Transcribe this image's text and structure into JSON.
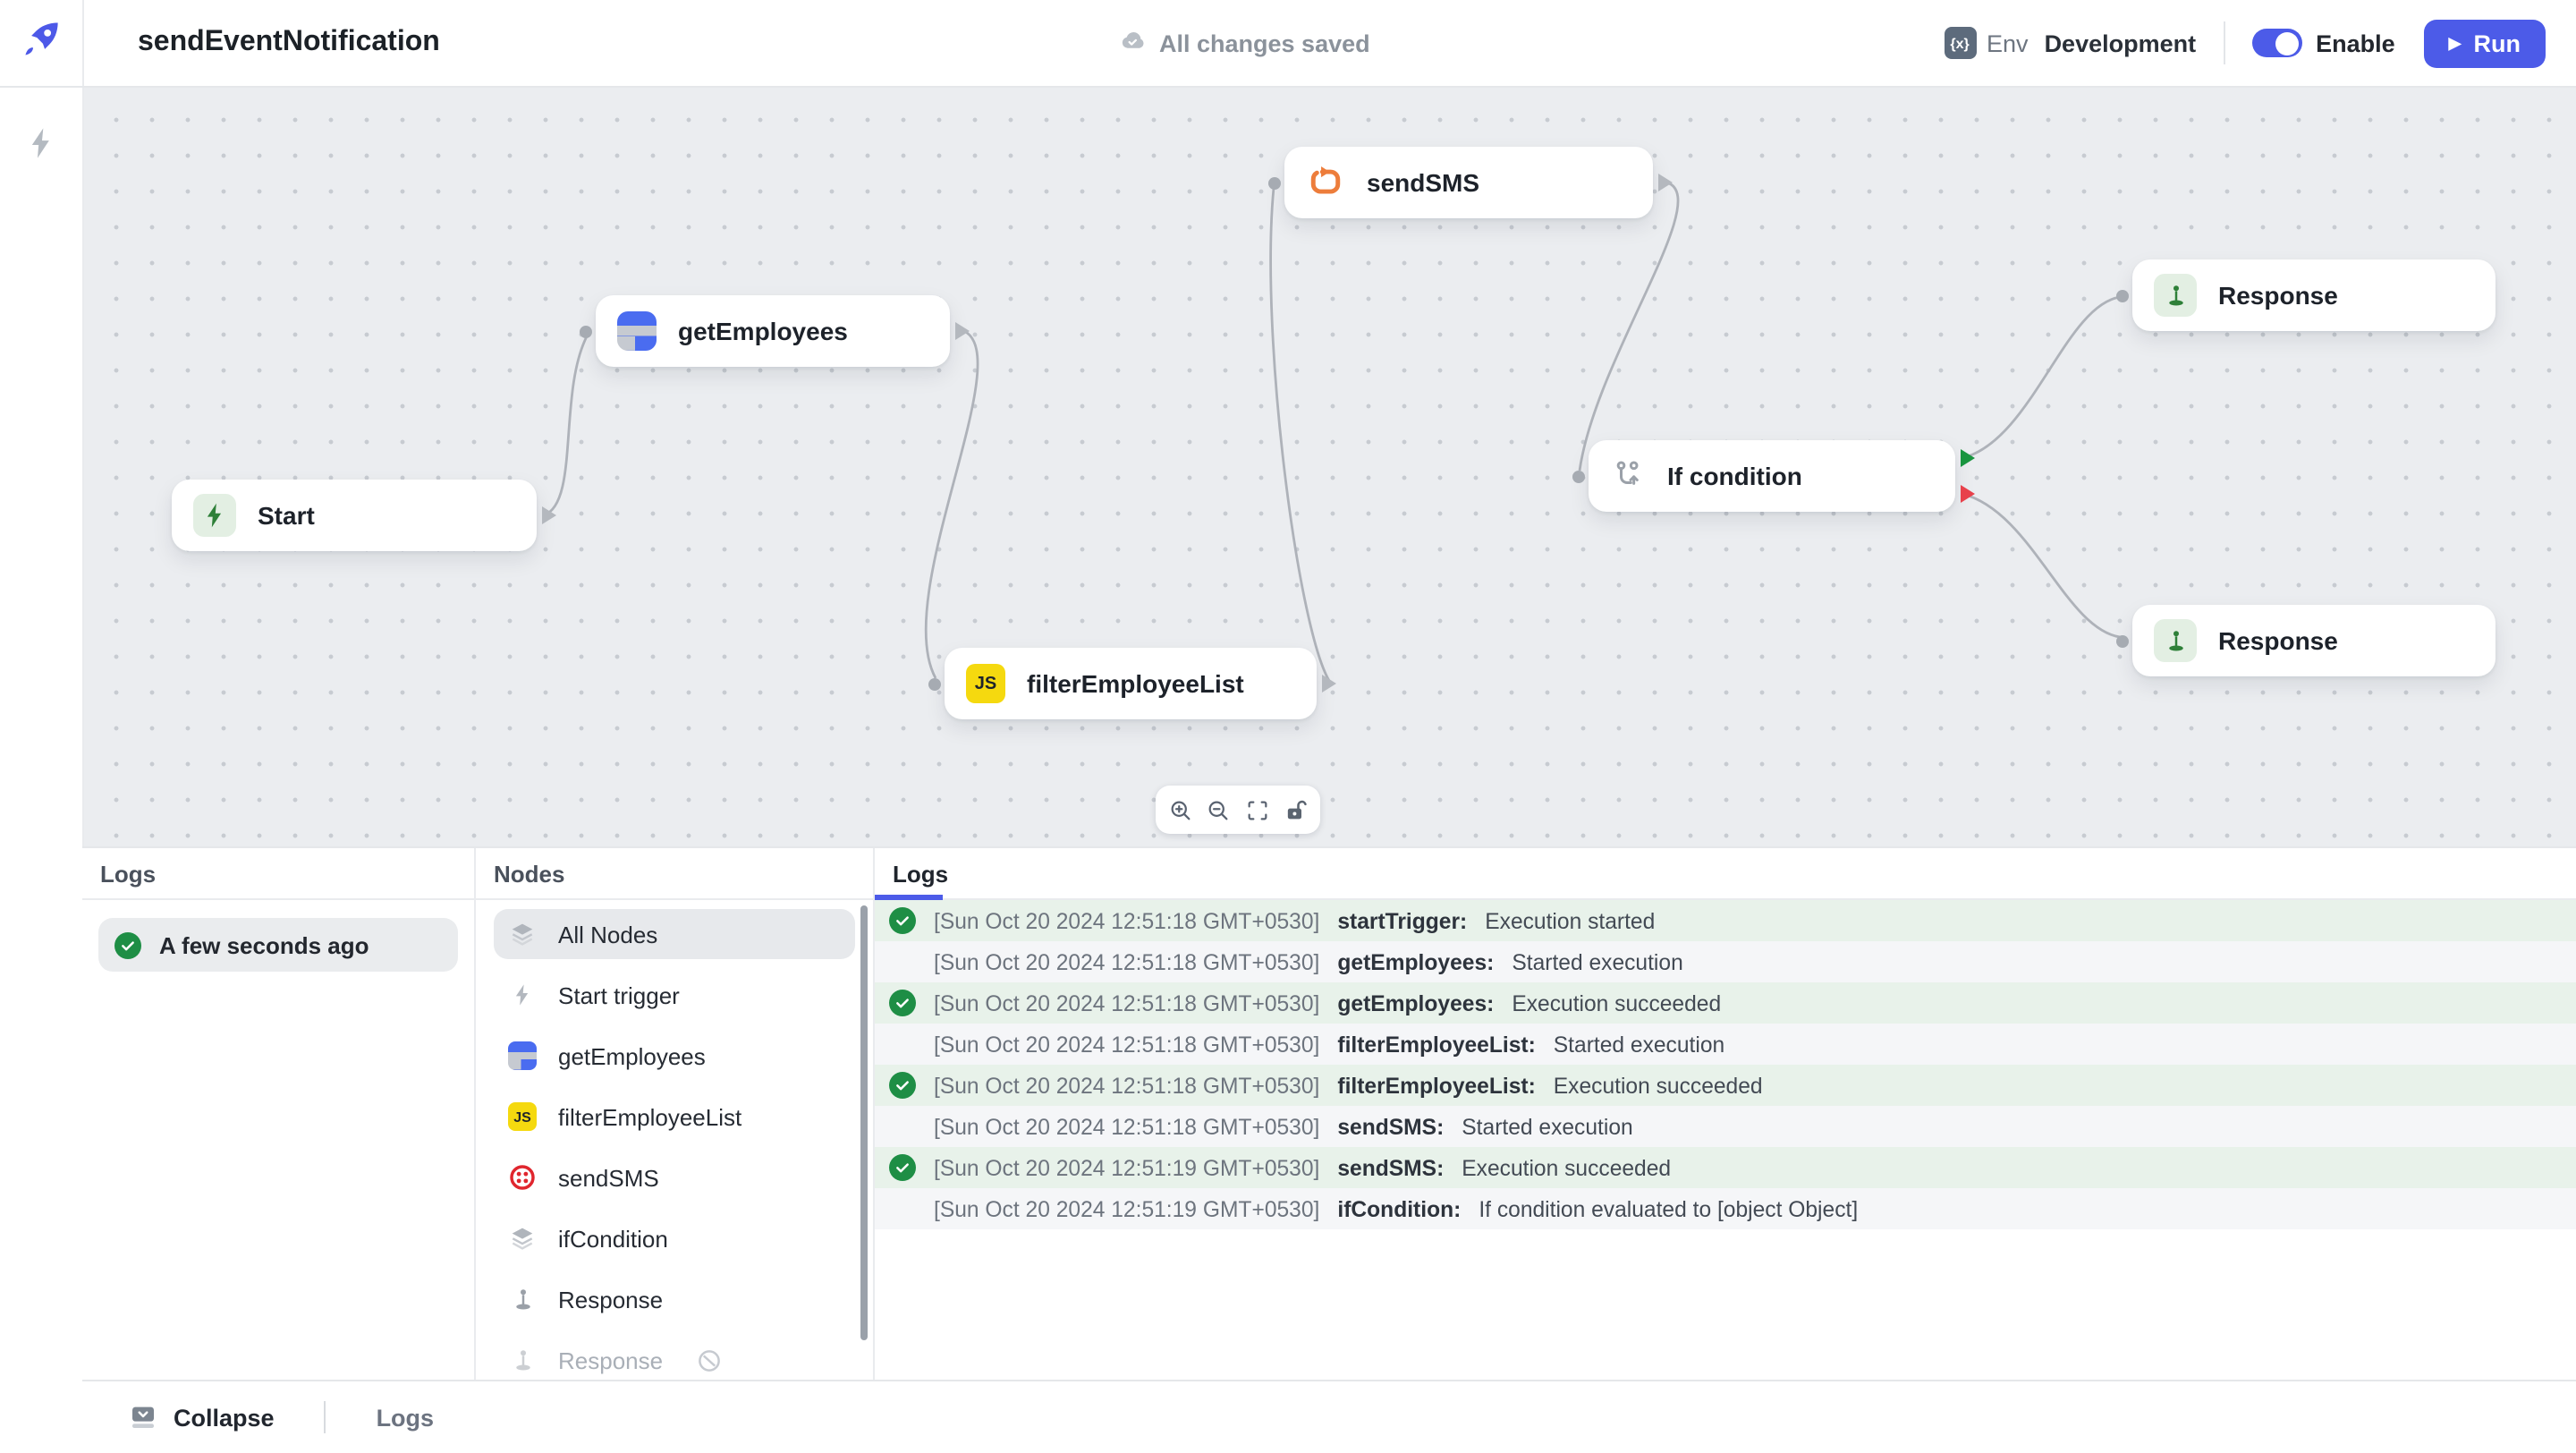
{
  "header": {
    "title": "sendEventNotification",
    "save_status": "All changes saved",
    "env_icon_text": "{x}",
    "env_label": "Env",
    "env_value": "Development",
    "enable_label": "Enable",
    "run_label": "Run",
    "play_glyph": "▶"
  },
  "colors": {
    "accent": "#4c5be8",
    "success_green": "#1e8e45",
    "handle_green": "#19953f",
    "handle_red": "#e8414b",
    "twilio_red": "#e0262e",
    "js_yellow": "#f5d90f",
    "loop_orange": "#ed7d3b",
    "table_blue": "#4a6cf0",
    "canvas_bg": "#ebedf0"
  },
  "canvas": {
    "nodes": [
      {
        "label": "Start",
        "icon": "lightning-icon"
      },
      {
        "label": "getEmployees",
        "icon": "table-icon"
      },
      {
        "label": "sendSMS",
        "icon": "loop-arrow-icon"
      },
      {
        "label": "filterEmployeeList",
        "icon": "js-icon"
      },
      {
        "label": "If condition",
        "icon": "branch-icon"
      },
      {
        "label": "Response",
        "icon": "pin-icon"
      },
      {
        "label": "Response",
        "icon": "pin-icon"
      }
    ],
    "toolbar_icons": [
      "zoom-in",
      "zoom-out",
      "fit-view",
      "lock-open"
    ]
  },
  "runs_panel": {
    "title": "Logs",
    "items": [
      {
        "label": "A few seconds ago",
        "status": "success"
      }
    ]
  },
  "nodes_panel": {
    "title": "Nodes",
    "items": [
      {
        "label": "All Nodes",
        "icon": "layers-icon"
      },
      {
        "label": "Start trigger",
        "icon": "lightning-icon"
      },
      {
        "label": "getEmployees",
        "icon": "table-icon"
      },
      {
        "label": "filterEmployeeList",
        "icon": "js-icon"
      },
      {
        "label": "sendSMS",
        "icon": "twilio-icon"
      },
      {
        "label": "ifCondition",
        "icon": "layers-icon"
      },
      {
        "label": "Response",
        "icon": "pin-icon"
      },
      {
        "label": "Response",
        "icon": "pin-icon",
        "disabled": true
      }
    ]
  },
  "logs_panel": {
    "tab": "Logs",
    "entries": [
      {
        "checked": true,
        "timestamp": "[Sun Oct 20 2024 12:51:18 GMT+0530]",
        "node": "startTrigger:",
        "message": "Execution started"
      },
      {
        "checked": false,
        "timestamp": "[Sun Oct 20 2024 12:51:18 GMT+0530]",
        "node": "getEmployees:",
        "message": "Started execution"
      },
      {
        "checked": true,
        "timestamp": "[Sun Oct 20 2024 12:51:18 GMT+0530]",
        "node": "getEmployees:",
        "message": "Execution succeeded"
      },
      {
        "checked": false,
        "timestamp": "[Sun Oct 20 2024 12:51:18 GMT+0530]",
        "node": "filterEmployeeList:",
        "message": "Started execution"
      },
      {
        "checked": true,
        "timestamp": "[Sun Oct 20 2024 12:51:18 GMT+0530]",
        "node": "filterEmployeeList:",
        "message": "Execution succeeded"
      },
      {
        "checked": false,
        "timestamp": "[Sun Oct 20 2024 12:51:18 GMT+0530]",
        "node": "sendSMS:",
        "message": "Started execution"
      },
      {
        "checked": true,
        "timestamp": "[Sun Oct 20 2024 12:51:19 GMT+0530]",
        "node": "sendSMS:",
        "message": "Execution succeeded"
      },
      {
        "checked": false,
        "timestamp": "[Sun Oct 20 2024 12:51:19 GMT+0530]",
        "node": "ifCondition:",
        "message": "If condition evaluated to [object Object]"
      }
    ]
  },
  "bottom_bar": {
    "collapse_label": "Collapse",
    "logs_label": "Logs"
  }
}
